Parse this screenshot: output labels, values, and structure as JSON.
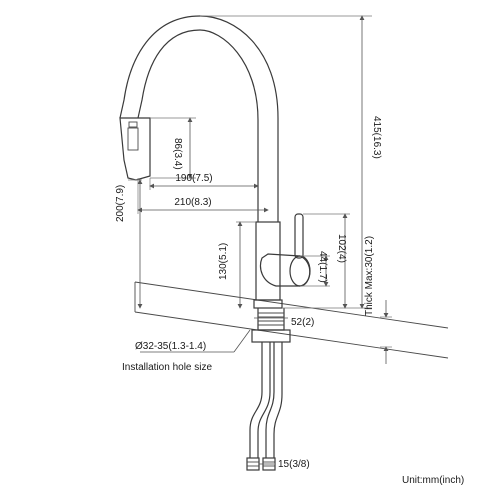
{
  "dimensions": {
    "height_total": "415(16.3)",
    "spray_head": "86(3.4)",
    "reach_inner": "190(7.5)",
    "reach_outer": "210(8.3)",
    "spout_height": "200(7.9)",
    "body_height": "130(5.1)",
    "handle_height": "102(4)",
    "handle_small": "44(1.7)",
    "thick_max": "Thick Max:30(1.2)",
    "base_diameter": "52(2)",
    "hole_diameter": "Ø32-35(1.3-1.4)",
    "hose_fitting": "15(3/8)"
  },
  "labels": {
    "install_hole": "Installation hole size",
    "unit": "Unit:mm(inch)"
  },
  "colors": {
    "line": "#3a3a3a",
    "dimension": "#555555",
    "text": "#1a1a1a",
    "background": "#ffffff"
  }
}
